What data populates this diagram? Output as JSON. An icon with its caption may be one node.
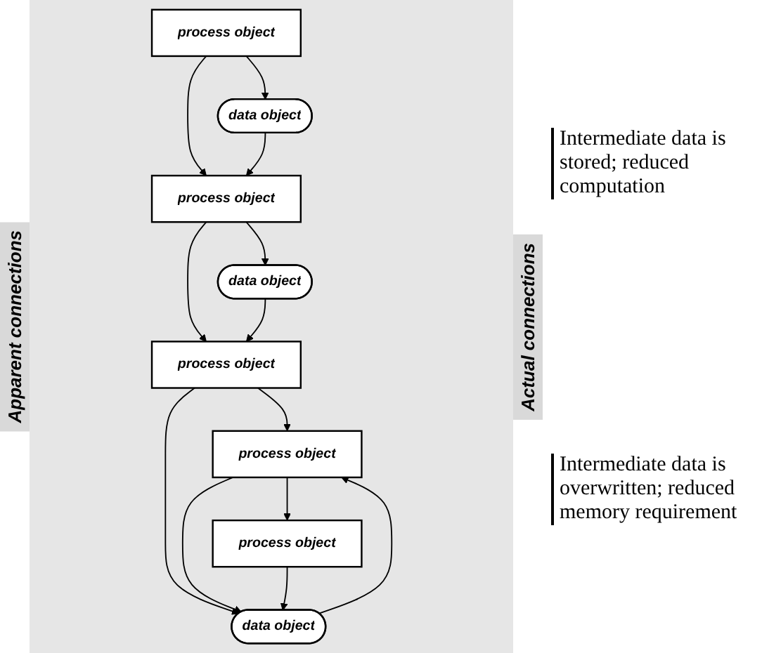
{
  "diagram": {
    "nodes": [
      {
        "text": [
          "process object"
        ]
      },
      {
        "text": [
          "data object"
        ]
      },
      {
        "text": [
          "process object"
        ]
      },
      {
        "text": [
          "data object"
        ]
      },
      {
        "text": [
          "process object"
        ]
      },
      {
        "text": [
          "process object"
        ]
      },
      {
        "text": [
          "data object"
        ]
      },
      {
        "text": [
          "process object"
        ]
      }
    ],
    "edges": [
      {
        "from": 0,
        "to": 2,
        "arrow": "to"
      },
      {
        "from": 2,
        "to": 4,
        "arrow": "to"
      },
      {
        "from": 4,
        "to": 5,
        "arrow": "to"
      },
      {
        "from": 5,
        "to": 7,
        "arrow": "to"
      },
      {
        "from": 0,
        "to": 1,
        "arrow": "to"
      },
      {
        "from": 1,
        "to": 2,
        "arrow": "to"
      },
      {
        "from": 2,
        "to": 3,
        "arrow": "to"
      },
      {
        "from": 3,
        "to": 4,
        "arrow": "to"
      },
      {
        "from": 4,
        "to": 6,
        "arrow": "to"
      },
      {
        "from": 6,
        "to": 5,
        "arrow": "to"
      },
      {
        "from": 5,
        "to": 6,
        "arrow": "to"
      },
      {
        "from": 7,
        "to": 6,
        "arrow": "to"
      }
    ],
    "labels": [
      "Apparent connections",
      "Actual connections",
      "Intermediate data is stored; reduced computation",
      "Intermediate data is overwritten; reduced memory requirement"
    ]
  }
}
